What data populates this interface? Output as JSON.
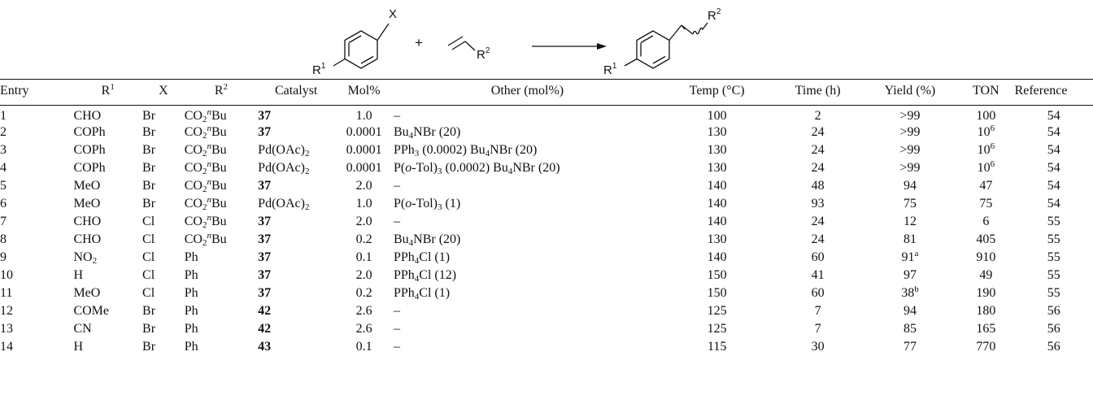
{
  "scheme": {
    "r1": "R",
    "r1_sup": "1",
    "x": "X",
    "plus": "+",
    "r2": "R",
    "r2_sup": "2"
  },
  "columns": [
    "Entry",
    "R",
    "X",
    "R",
    "Catalyst",
    "Mol%",
    "Other (mol%)",
    "Temp (°C)",
    "Time (h)",
    "Yield (%)",
    "TON",
    "Reference"
  ],
  "column_sups": {
    "r1": "1",
    "r2": "2"
  },
  "rows": [
    {
      "entry": "1",
      "r1": "CHO",
      "x": "Br",
      "r2": "CO2nBu",
      "catalyst": "37",
      "mol": "1.0",
      "other": "–",
      "temp": "100",
      "time": "2",
      "yield": ">99",
      "ton": "100",
      "ref": "54"
    },
    {
      "entry": "2",
      "r1": "COPh",
      "x": "Br",
      "r2": "CO2nBu",
      "catalyst": "37",
      "mol": "0.0001",
      "other": "Bu4NBr (20)",
      "temp": "130",
      "time": "24",
      "yield": ">99",
      "ton": "10^6",
      "ref": "54"
    },
    {
      "entry": "3",
      "r1": "COPh",
      "x": "Br",
      "r2": "CO2nBu",
      "catalyst": "Pd(OAc)2",
      "mol": "0.0001",
      "other": "PPh3 (0.0002) Bu4NBr (20)",
      "temp": "130",
      "time": "24",
      "yield": ">99",
      "ton": "10^6",
      "ref": "54"
    },
    {
      "entry": "4",
      "r1": "COPh",
      "x": "Br",
      "r2": "CO2nBu",
      "catalyst": "Pd(OAc)2",
      "mol": "0.0001",
      "other": "P(o-Tol)3 (0.0002) Bu4NBr (20)",
      "temp": "130",
      "time": "24",
      "yield": ">99",
      "ton": "10^6",
      "ref": "54"
    },
    {
      "entry": "5",
      "r1": "MeO",
      "x": "Br",
      "r2": "CO2nBu",
      "catalyst": "37",
      "mol": "2.0",
      "other": "–",
      "temp": "140",
      "time": "48",
      "yield": "94",
      "ton": "47",
      "ref": "54"
    },
    {
      "entry": "6",
      "r1": "MeO",
      "x": "Br",
      "r2": "CO2nBu",
      "catalyst": "Pd(OAc)2",
      "mol": "1.0",
      "other": "P(o-Tol)3 (1)",
      "temp": "140",
      "time": "93",
      "yield": "75",
      "ton": "75",
      "ref": "54"
    },
    {
      "entry": "7",
      "r1": "CHO",
      "x": "Cl",
      "r2": "CO2nBu",
      "catalyst": "37",
      "mol": "2.0",
      "other": "–",
      "temp": "140",
      "time": "24",
      "yield": "12",
      "ton": "6",
      "ref": "55"
    },
    {
      "entry": "8",
      "r1": "CHO",
      "x": "Cl",
      "r2": "CO2nBu",
      "catalyst": "37",
      "mol": "0.2",
      "other": "Bu4NBr (20)",
      "temp": "130",
      "time": "24",
      "yield": "81",
      "ton": "405",
      "ref": "55"
    },
    {
      "entry": "9",
      "r1": "NO2",
      "x": "Cl",
      "r2": "Ph",
      "catalyst": "37",
      "mol": "0.1",
      "other": "PPh4Cl (1)",
      "temp": "140",
      "time": "60",
      "yield": "91^a",
      "ton": "910",
      "ref": "55"
    },
    {
      "entry": "10",
      "r1": "H",
      "x": "Cl",
      "r2": "Ph",
      "catalyst": "37",
      "mol": "2.0",
      "other": "PPh4Cl (12)",
      "temp": "150",
      "time": "41",
      "yield": "97",
      "ton": "49",
      "ref": "55"
    },
    {
      "entry": "11",
      "r1": "MeO",
      "x": "Cl",
      "r2": "Ph",
      "catalyst": "37",
      "mol": "0.2",
      "other": "PPh4Cl (1)",
      "temp": "150",
      "time": "60",
      "yield": "38^b",
      "ton": "190",
      "ref": "55"
    },
    {
      "entry": "12",
      "r1": "COMe",
      "x": "Br",
      "r2": "Ph",
      "catalyst": "42",
      "mol": "2.6",
      "other": "–",
      "temp": "125",
      "time": "7",
      "yield": "94",
      "ton": "180",
      "ref": "56"
    },
    {
      "entry": "13",
      "r1": "CN",
      "x": "Br",
      "r2": "Ph",
      "catalyst": "42",
      "mol": "2.6",
      "other": "–",
      "temp": "125",
      "time": "7",
      "yield": "85",
      "ton": "165",
      "ref": "56"
    },
    {
      "entry": "14",
      "r1": "H",
      "x": "Br",
      "r2": "Ph",
      "catalyst": "43",
      "mol": "0.1",
      "other": "–",
      "temp": "115",
      "time": "30",
      "yield": "77",
      "ton": "770",
      "ref": "56"
    }
  ]
}
